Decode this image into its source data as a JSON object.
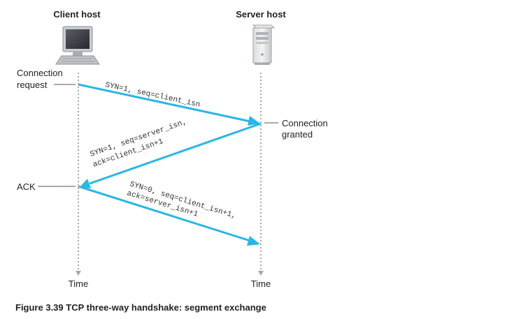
{
  "hosts": {
    "client": "Client host",
    "server": "Server host"
  },
  "labels": {
    "connection_request_line1": "Connection",
    "connection_request_line2": "request",
    "connection_granted_line1": "Connection",
    "connection_granted_line2": "granted",
    "ack": "ACK",
    "time_client": "Time",
    "time_server": "Time"
  },
  "segments": {
    "syn": "SYN=1, seq=client_isn",
    "synack_line1": "SYN=1, seq=server_isn,",
    "synack_line2": "ack=client_isn+1",
    "ack_line1": "SYN=0, seq=client_isn+1,",
    "ack_line2": "ack=server_isn+1"
  },
  "caption": "Figure 3.39 TCP three-way handshake: segment exchange",
  "colors": {
    "arrow": "#29b6e8",
    "timeline": "#a8a8a8",
    "text": "#222222",
    "segment_text": "#333333"
  },
  "icons": {
    "client": "desktop-computer-icon",
    "server": "server-tower-icon"
  }
}
